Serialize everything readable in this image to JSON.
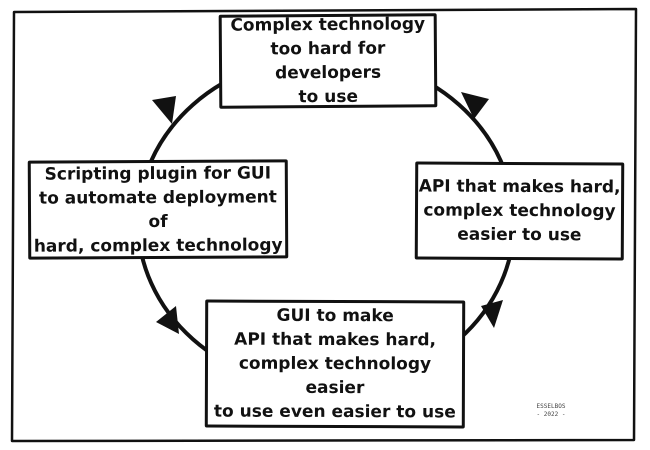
{
  "boxes": {
    "top": "Complex technology\ntoo hard for developers\nto use",
    "right": "API that makes hard,\ncomplex technology\neasier to use",
    "bottom": "GUI to make\nAPI that makes hard,\ncomplex technology easier\nto use even easier to use",
    "left": "Scripting plugin for GUI\nto automate deployment of\nhard, complex technology"
  },
  "signature": {
    "name": "ESSELBOS",
    "year": "- 2022 -"
  }
}
